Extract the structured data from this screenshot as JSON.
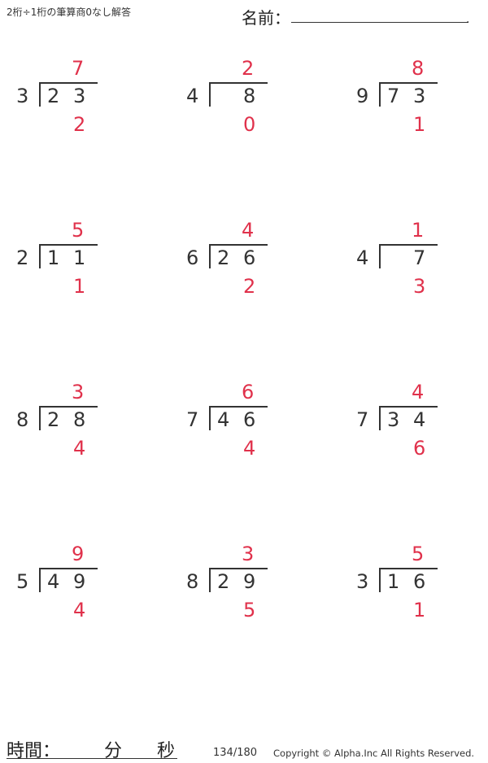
{
  "header": {
    "title": "2桁÷1桁の筆算商0なし解答",
    "name_label": "名前：",
    "name_dot": "."
  },
  "problems": [
    {
      "quotient": "7",
      "divisor": "3",
      "d1": "2",
      "d2": "3",
      "remainder": "2"
    },
    {
      "quotient": "2",
      "divisor": "4",
      "d1": "",
      "d2": "8",
      "remainder": "0"
    },
    {
      "quotient": "8",
      "divisor": "9",
      "d1": "7",
      "d2": "3",
      "remainder": "1"
    },
    {
      "quotient": "5",
      "divisor": "2",
      "d1": "1",
      "d2": "1",
      "remainder": "1"
    },
    {
      "quotient": "4",
      "divisor": "6",
      "d1": "2",
      "d2": "6",
      "remainder": "2"
    },
    {
      "quotient": "1",
      "divisor": "4",
      "d1": "",
      "d2": "7",
      "remainder": "3"
    },
    {
      "quotient": "3",
      "divisor": "8",
      "d1": "2",
      "d2": "8",
      "remainder": "4"
    },
    {
      "quotient": "6",
      "divisor": "7",
      "d1": "4",
      "d2": "6",
      "remainder": "4"
    },
    {
      "quotient": "4",
      "divisor": "7",
      "d1": "3",
      "d2": "4",
      "remainder": "6"
    },
    {
      "quotient": "9",
      "divisor": "5",
      "d1": "4",
      "d2": "9",
      "remainder": "4"
    },
    {
      "quotient": "3",
      "divisor": "8",
      "d1": "2",
      "d2": "9",
      "remainder": "5"
    },
    {
      "quotient": "5",
      "divisor": "3",
      "d1": "1",
      "d2": "6",
      "remainder": "1"
    }
  ],
  "footer": {
    "time_label": "時間：",
    "minutes_label": "分",
    "seconds_label": "秒",
    "page": "134/180",
    "copyright": "Copyright © Alpha.Inc All Rights Reserved."
  }
}
